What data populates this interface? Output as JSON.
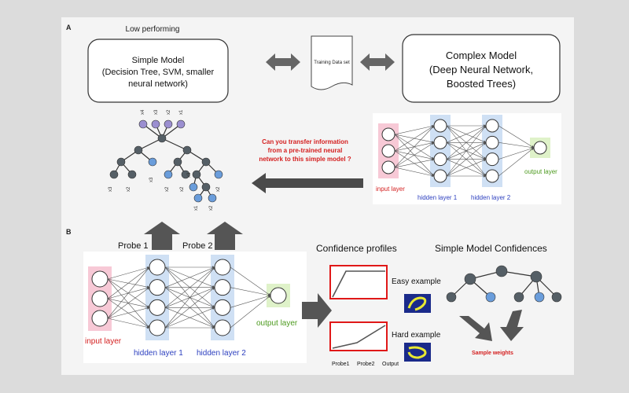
{
  "panel_a": {
    "label": "A",
    "low_performing": "Low performing",
    "simple_model": {
      "line1": "Simple Model",
      "line2": "(Decision Tree, SVM, smaller",
      "line3": "neural network)"
    },
    "training_data": "Training Data set",
    "complex_model": {
      "line1": "Complex Model",
      "line2": "(Deep Neural Network,",
      "line3": "Boosted Trees)"
    },
    "question": {
      "line1": "Can you transfer information",
      "line2": "from a pre-trained neural",
      "line3": "network to this simple model ?"
    },
    "network_labels": {
      "input": "input layer",
      "hidden1": "hidden layer 1",
      "hidden2": "hidden layer 2",
      "output": "output layer"
    },
    "tree_top_labels": [
      "x4",
      "x3",
      "x2",
      "x1"
    ],
    "tree_bottom_labels": [
      "x3",
      "x2",
      "x3",
      "x2",
      "x2",
      "x3",
      "x2",
      "x1",
      "x2"
    ]
  },
  "panel_b": {
    "label": "B",
    "probe1": "Probe 1",
    "probe2": "Probe 2",
    "network_labels": {
      "input": "input layer",
      "hidden1": "hidden layer 1",
      "hidden2": "hidden layer 2",
      "output": "output layer"
    },
    "confidence_profiles": "Confidence profiles",
    "simple_model_confidences": "Simple Model Confidences",
    "easy_example": "Easy example",
    "hard_example": "Hard example",
    "sample_weights": "Sample weights",
    "axis_labels": [
      "Probe1",
      "Probe2",
      "Output"
    ]
  },
  "colors": {
    "input_band": "#f7c9d6",
    "hidden_band": "#cfe0f4",
    "output_band": "#dff2c9",
    "red_text": "#d42020",
    "blue_text": "#2c3fbf",
    "green_text": "#4c9a1e",
    "node_purple": "#9b8fd0",
    "node_blue": "#6a9ddb",
    "node_gray": "#555f66"
  }
}
